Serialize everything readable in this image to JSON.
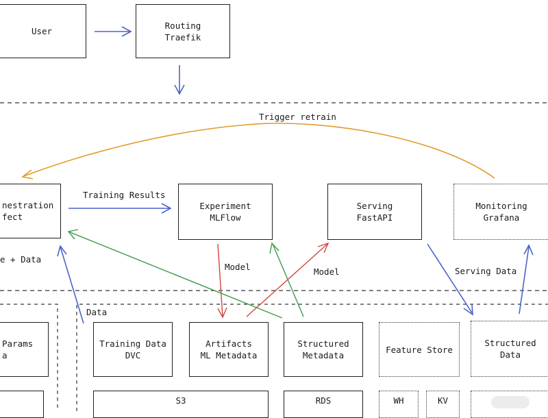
{
  "top": {
    "user_box": {
      "label": "User"
    },
    "routing_box": {
      "line1": "Routing",
      "line2": "Traefik"
    }
  },
  "middle": {
    "trigger_label": "Trigger retrain",
    "orchestration_box": {
      "line1": "nestration",
      "line2": "fect"
    },
    "experiment_box": {
      "line1": "Experiment",
      "line2": "MLFlow"
    },
    "serving_box": {
      "line1": "Serving",
      "line2": "FastAPI"
    },
    "monitoring_box": {
      "line1": "Monitoring",
      "line2": "Grafana"
    },
    "training_results_label": "Training Results",
    "code_data_label": "e + Data",
    "model_label_down": "Model",
    "model_label_up": "Model",
    "serving_data_label": "Serving Data"
  },
  "bottom": {
    "data_label": "Data",
    "params_box": {
      "line1": "Params",
      "line2": "a"
    },
    "training_data_box": {
      "line1": "Training Data",
      "line2": "DVC"
    },
    "artifacts_box": {
      "line1": "Artifacts",
      "line2": "ML Metadata"
    },
    "structured_metadata_box": {
      "line1": "Structured",
      "line2": "Metadata"
    },
    "feature_store_box": {
      "label": "Feature Store"
    },
    "structured_data_box": {
      "line1": "Structured",
      "line2": "Data"
    },
    "s3_box": {
      "label": "S3"
    },
    "rds_box": {
      "label": "RDS"
    },
    "wh_box": {
      "label": "WH"
    },
    "kv_box": {
      "label": "KV"
    }
  },
  "colors": {
    "blue": "#4a63c9",
    "red": "#d0453f",
    "green": "#3d9a4b",
    "orange": "#e09a2a",
    "stroke": "#1e1e1e"
  }
}
